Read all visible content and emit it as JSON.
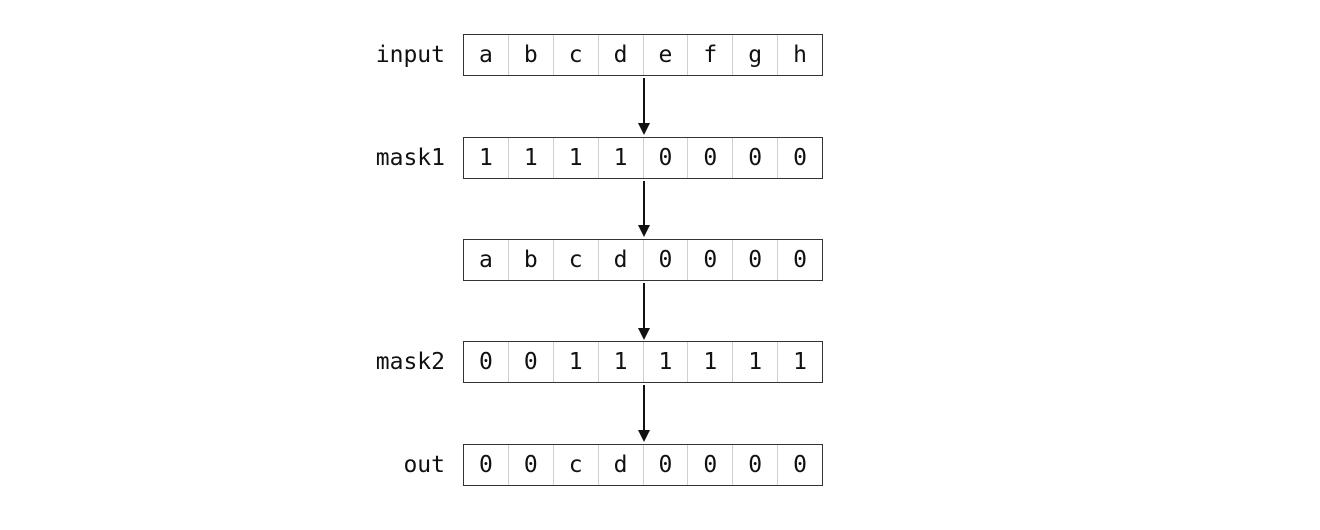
{
  "rows": [
    {
      "label": "input",
      "cells": [
        "a",
        "b",
        "c",
        "d",
        "e",
        "f",
        "g",
        "h"
      ]
    },
    {
      "label": "mask1",
      "cells": [
        "1",
        "1",
        "1",
        "1",
        "0",
        "0",
        "0",
        "0"
      ]
    },
    {
      "label": "",
      "cells": [
        "a",
        "b",
        "c",
        "d",
        "0",
        "0",
        "0",
        "0"
      ]
    },
    {
      "label": "mask2",
      "cells": [
        "0",
        "0",
        "1",
        "1",
        "1",
        "1",
        "1",
        "1"
      ]
    },
    {
      "label": "out",
      "cells": [
        "0",
        "0",
        "c",
        "d",
        "0",
        "0",
        "0",
        "0"
      ]
    }
  ],
  "colors": {
    "line": "#111111",
    "border": "#333333",
    "divider": "#d0d0d0"
  }
}
